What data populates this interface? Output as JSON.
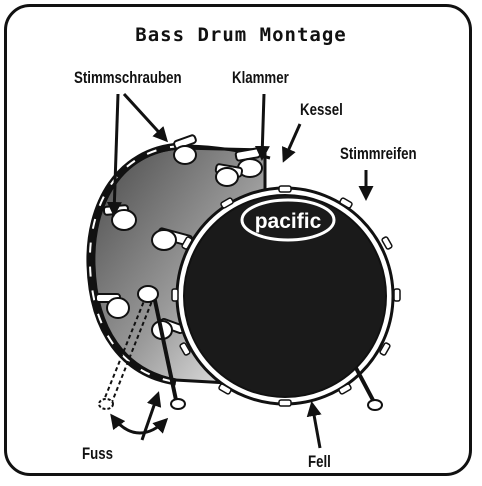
{
  "title": "Bass Drum Montage",
  "labels": {
    "stimmschrauben": "Stimmschrauben",
    "klammer": "Klammer",
    "kessel": "Kessel",
    "stimmreifen": "Stimmreifen",
    "fuss": "Fuss",
    "fell": "Fell"
  },
  "logo": "pacific",
  "colors": {
    "outline": "#111111",
    "head": "#1a1a1a",
    "shell_light": "#f0f0f0",
    "shell_dark": "#5a5a5a"
  }
}
